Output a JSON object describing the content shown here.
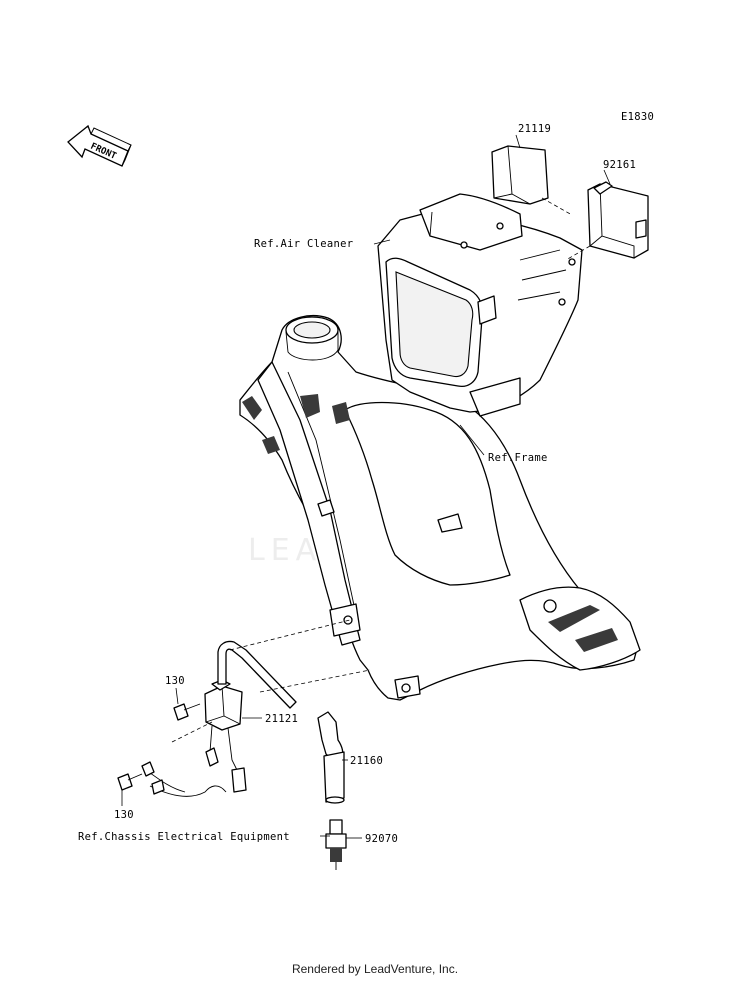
{
  "diagram_code": "E1830",
  "front_arrow_label": "FRONT",
  "watermark": "LEADVENTURE",
  "footer": "Rendered by LeadVenture, Inc.",
  "callouts": {
    "p21119": "21119",
    "p92161": "92161",
    "ref_air_cleaner": "Ref.Air Cleaner",
    "ref_frame": "Ref.Frame",
    "p130_top": "130",
    "p21121": "21121",
    "p21160": "21160",
    "p130_bottom": "130",
    "ref_chassis": "Ref.Chassis Electrical Equipment",
    "p92070": "92070"
  }
}
